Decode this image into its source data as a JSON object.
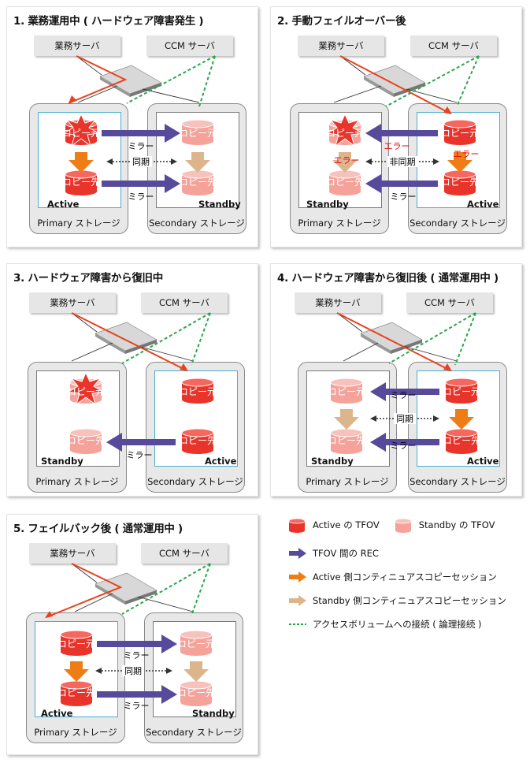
{
  "labels": {
    "business_server": "業務サーバ",
    "ccm_server": "CCM サーバ",
    "primary_storage": "Primary ストレージ",
    "secondary_storage": "Secondary ストレージ",
    "active": "Active",
    "standby": "Standby",
    "copy_src": "コピー元",
    "copy_dst": "コピー先",
    "mirror": "ミラー",
    "sync": "同期",
    "async": "非同期",
    "error": "エラー"
  },
  "panels": [
    {
      "id": "p1",
      "title": "1. 業務運用中 ( ハードウェア障害発生 )"
    },
    {
      "id": "p2",
      "title": "2. 手動フェイルオーバー後"
    },
    {
      "id": "p3",
      "title": "3. ハードウェア障害から復旧中"
    },
    {
      "id": "p4",
      "title": "4. ハードウェア障害から復旧後 ( 通常運用中 )"
    },
    {
      "id": "p5",
      "title": "5. フェイルバック後 ( 通常運用中 )"
    }
  ],
  "legend": {
    "active_tfov": "Active の TFOV",
    "standby_tfov": "Standby の TFOV",
    "rec": "TFOV 間の REC",
    "active_session": "Active 側コンティニュアスコピーセッション",
    "standby_session": "Standby 側コンティニュアスコピーセッション",
    "access_volume": "アクセスボリュームへの接続 ( 論理接続 )"
  },
  "colors": {
    "active_cyl": "#e8342a",
    "standby_cyl": "#f4a29a",
    "rec_arrow": "#574a9a",
    "active_session": "#ef7d16",
    "standby_session": "#ddb58d",
    "logical_link": "#27a64a",
    "host_link": "#e8421e",
    "error_text": "#e60012"
  }
}
